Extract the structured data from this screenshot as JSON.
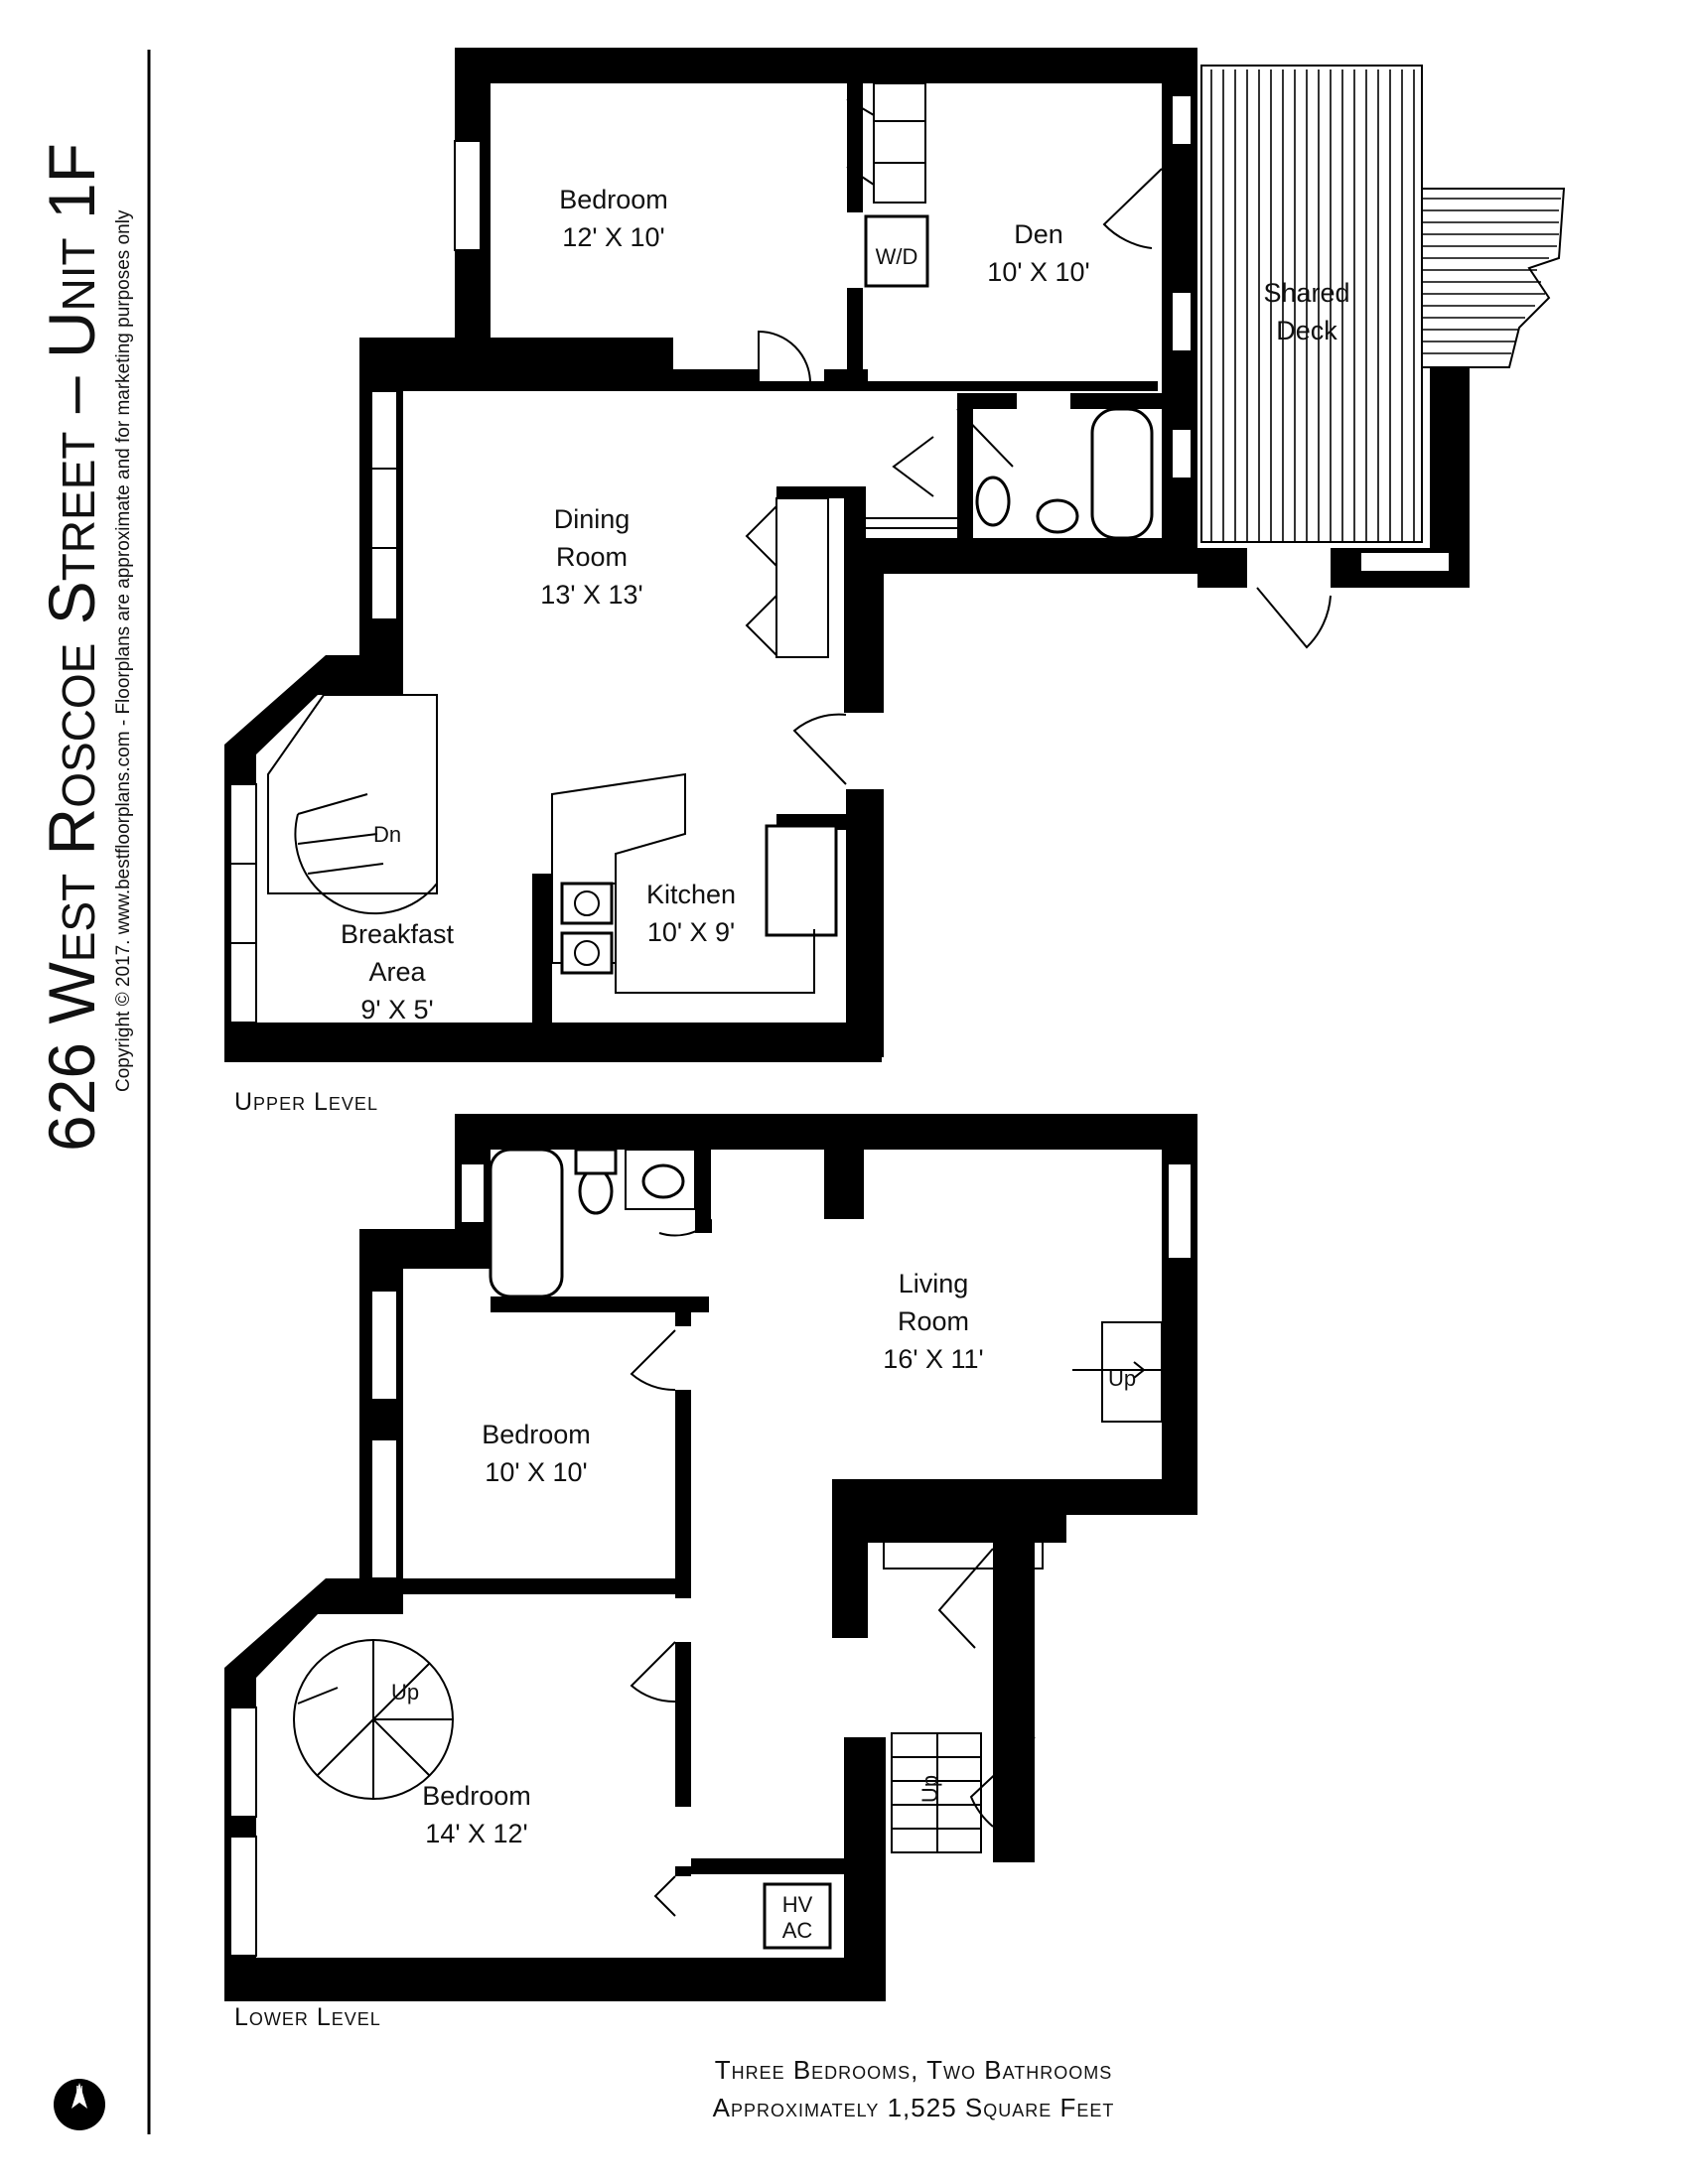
{
  "title": "626 West Roscoe Street – Unit 1F",
  "copyright": "Copyright © 2017. www.bestfloorplans.com - Floorplans are approximate and for marketing purposes only",
  "levels": {
    "upper": "Upper Level",
    "lower": "Lower Level"
  },
  "upper_rooms": {
    "bedroom": {
      "name": "Bedroom",
      "size": "12' X 10'"
    },
    "den": {
      "name": "Den",
      "size": "10' X 10'"
    },
    "washer_dryer": "W/D",
    "shared_deck": {
      "line1": "Shared",
      "line2": "Deck"
    },
    "dining": {
      "line1": "Dining",
      "line2": "Room",
      "size": "13' X 13'"
    },
    "kitchen": {
      "name": "Kitchen",
      "size": "10' X 9'"
    },
    "breakfast": {
      "line1": "Breakfast",
      "line2": "Area",
      "size": "9' X 5'"
    },
    "stair_down": "Dn"
  },
  "lower_rooms": {
    "living": {
      "line1": "Living",
      "line2": "Room",
      "size": "16' X 11'"
    },
    "bedroom_a": {
      "name": "Bedroom",
      "size": "10' X 10'"
    },
    "bedroom_b": {
      "name": "Bedroom",
      "size": "14' X 12'"
    },
    "hvac": {
      "line1": "HV",
      "line2": "AC"
    },
    "stair_up_spiral": "Up",
    "stair_up_entry": "Up",
    "stair_up_hall": "Up"
  },
  "summary": {
    "line1": "Three Bedrooms, Two Bathrooms",
    "line2": "Approximately 1,525 Square Feet"
  },
  "compass": "N"
}
